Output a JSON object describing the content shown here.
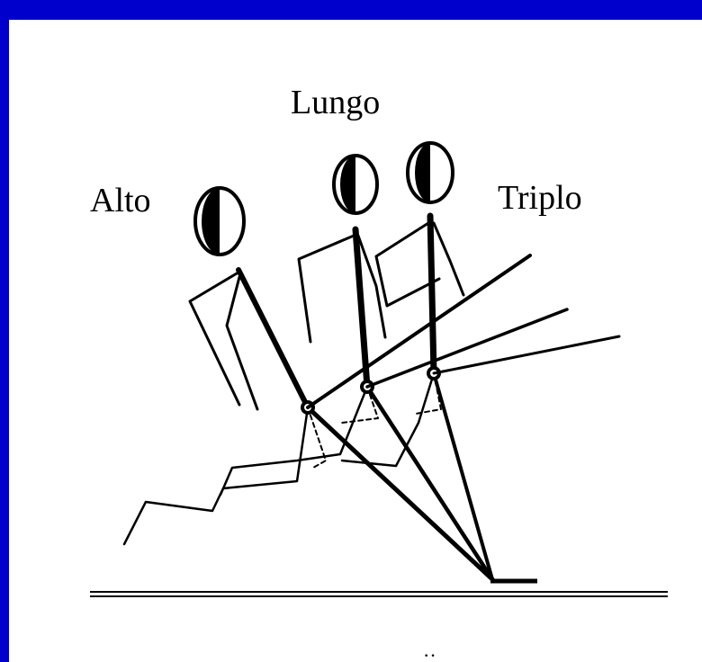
{
  "frame": {
    "border_color": "#0000cc",
    "panel_color": "#ffffff"
  },
  "labels": {
    "alto": "Alto",
    "lungo": "Lungo",
    "triplo": "Triplo"
  },
  "ink_color": "#000000"
}
